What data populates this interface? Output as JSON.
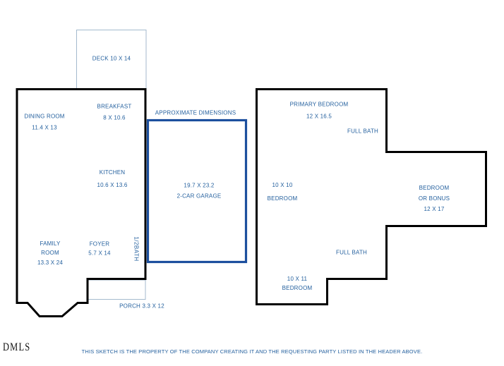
{
  "branding": {
    "logo_text": "DMLS"
  },
  "footer": {
    "disclaimer": "THIS SKETCH IS THE PROPERTY OF THE COMPANY CREATING IT AND THE REQUESTING PARTY LISTED IN THE HEADER ABOVE."
  },
  "annotations": {
    "approximate_dimensions": "APPROXIMATE DIMENSIONS"
  },
  "colors": {
    "wall": "#000000",
    "garage_outline": "#1c4f9e",
    "thin_outline": "#a4bace",
    "label_text": "#24609e",
    "background": "#ffffff"
  },
  "rooms": {
    "deck": {
      "label": "DECK 10 X 14"
    },
    "dining_room": {
      "name": "DINING ROOM",
      "dims": "11.4 X 13"
    },
    "breakfast": {
      "name": "BREAKFAST",
      "dims": "8 X 10.6"
    },
    "kitchen": {
      "name": "KITCHEN",
      "dims": "10.6 X 13.6"
    },
    "garage": {
      "dims": "19.7 X 23.2",
      "name": "2-CAR GARAGE"
    },
    "family_room": {
      "line1": "FAMILY",
      "line2": "ROOM",
      "dims": "13.3 X 24"
    },
    "foyer": {
      "name": "FOYER",
      "dims": "5.7 X 14"
    },
    "half_bath": {
      "name": "1/2BATH"
    },
    "porch": {
      "label": "PORCH 3.3 X 12"
    },
    "primary_bedroom": {
      "name": "PRIMARY BEDROOM",
      "dims": "12 X 16.5"
    },
    "full_bath_upper": {
      "name": "FULL BATH"
    },
    "bedroom_left": {
      "dims": "10 X 10",
      "name": "BEDROOM"
    },
    "bedroom_bonus": {
      "line1": "BEDROOM",
      "line2": "OR BONUS",
      "dims": "12 X 17"
    },
    "full_bath_lower": {
      "name": "FULL BATH"
    },
    "bedroom_bottom": {
      "dims": "10 X 11",
      "name": "BEDROOM"
    }
  }
}
